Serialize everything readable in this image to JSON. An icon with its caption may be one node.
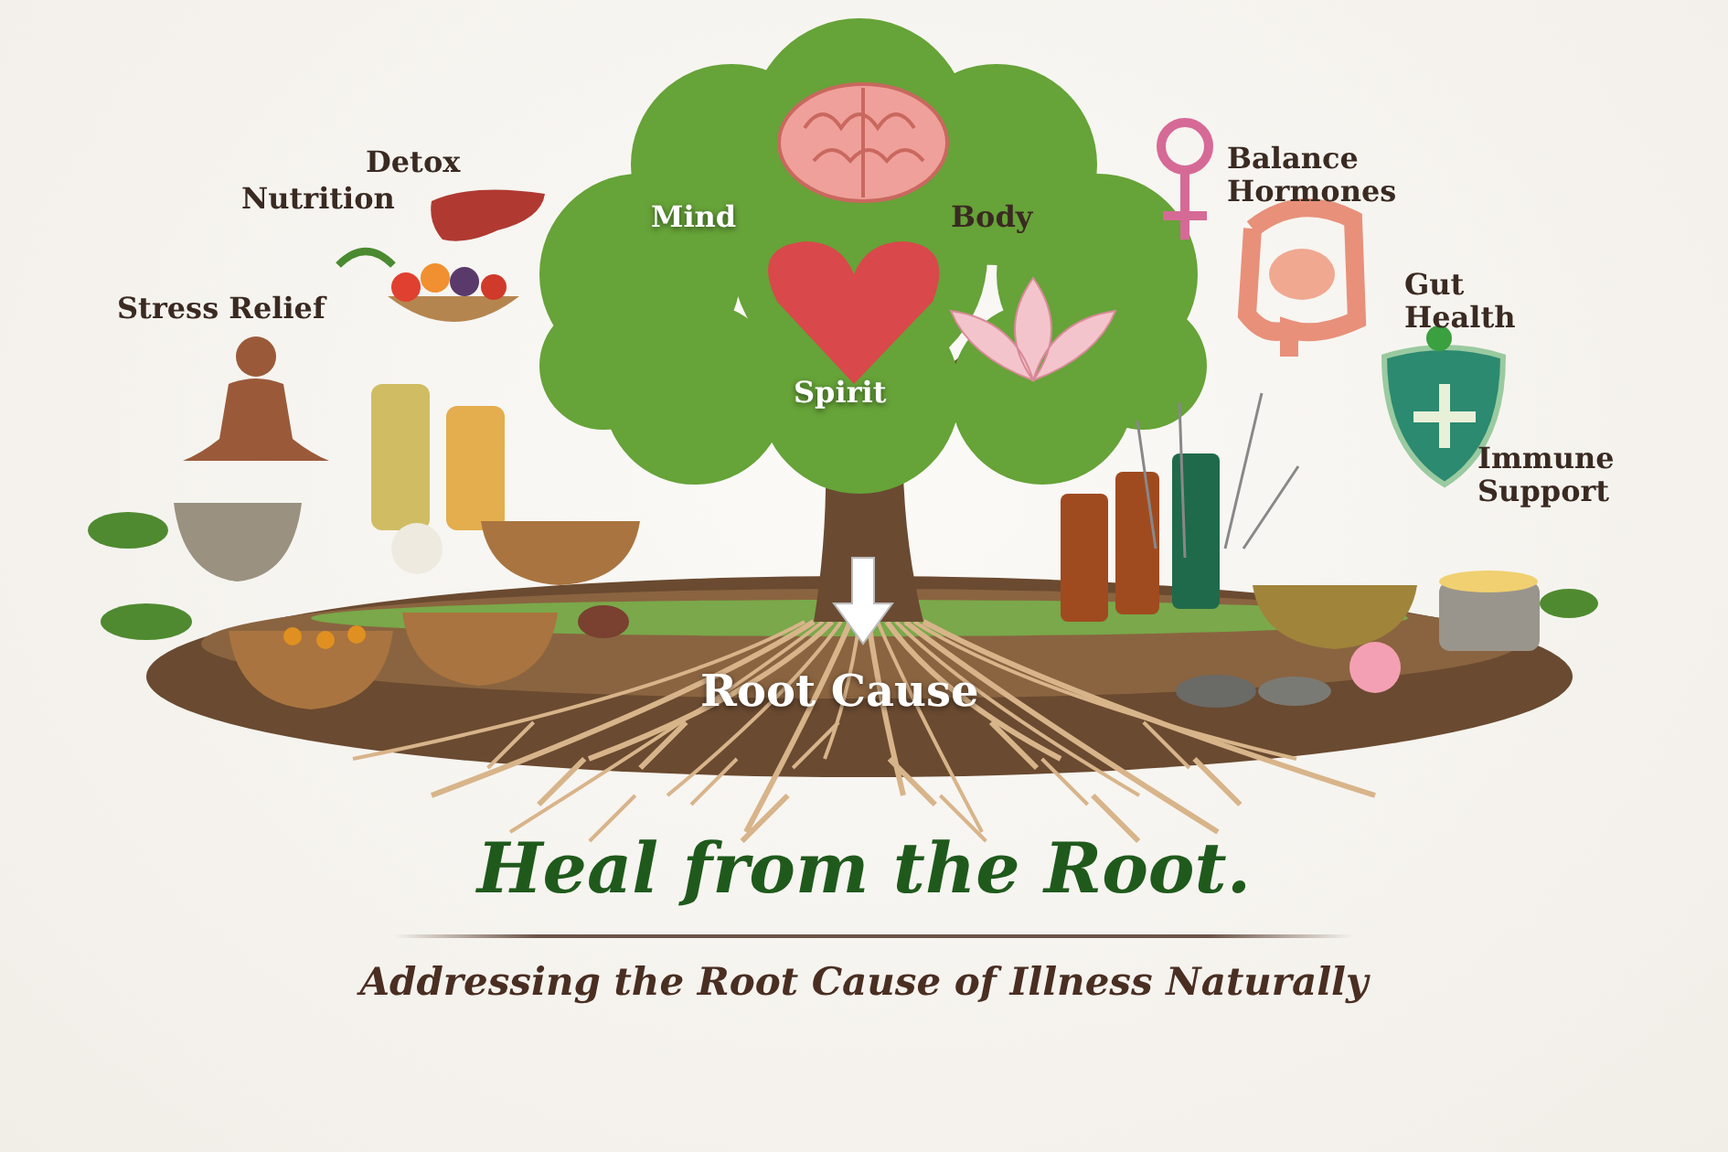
{
  "diagram": {
    "title": "Heal from the Root.",
    "caption": "Addressing the Root Cause of Illness Naturally",
    "labels": [
      "Detox",
      "Nutrition",
      "Mind",
      "Body",
      "Balance Hormones",
      "Gut Health",
      "Stress Relief",
      "Spirit",
      "Immune Support",
      "Root Cause"
    ]
  }
}
